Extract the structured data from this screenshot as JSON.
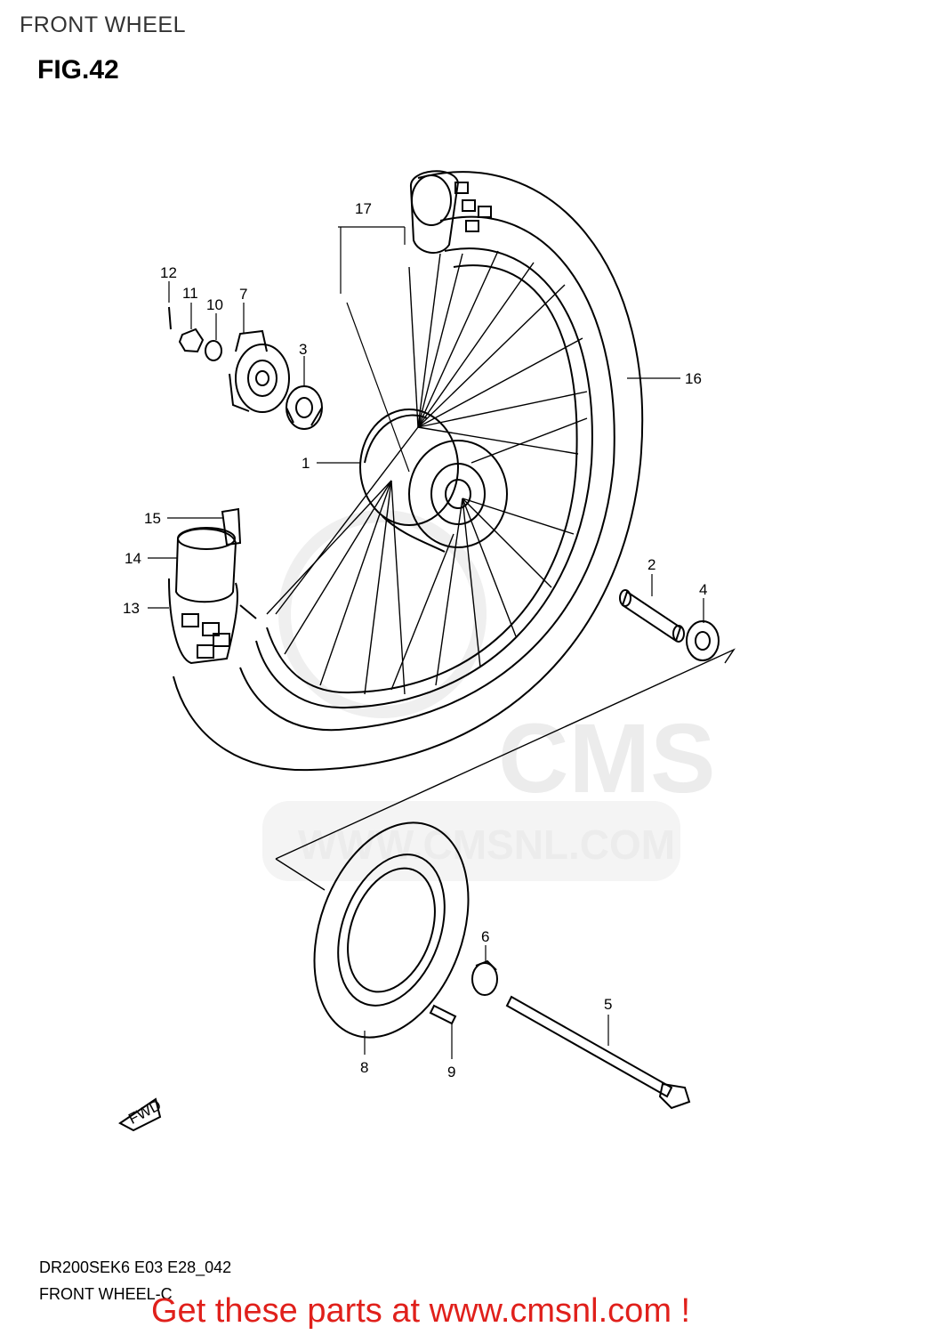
{
  "header": {
    "section_title": "FRONT WHEEL",
    "figure_label": "FIG.42"
  },
  "diagram": {
    "callouts": [
      "1",
      "2",
      "3",
      "4",
      "5",
      "6",
      "7",
      "8",
      "9",
      "10",
      "11",
      "12",
      "13",
      "14",
      "15",
      "16",
      "17"
    ],
    "direction_mark": "FWD",
    "watermark_brand": "CMS",
    "watermark_url": "WWW.CMSNL.COM"
  },
  "footer": {
    "model_code": "DR200SEK6 E03 E28_042",
    "diagram_name": "FRONT WHEEL-C",
    "promo_text": "Get these parts at www.cmsnl.com !"
  },
  "colors": {
    "line": "#000000",
    "promo": "#e0201b",
    "watermark": "#ececec"
  }
}
